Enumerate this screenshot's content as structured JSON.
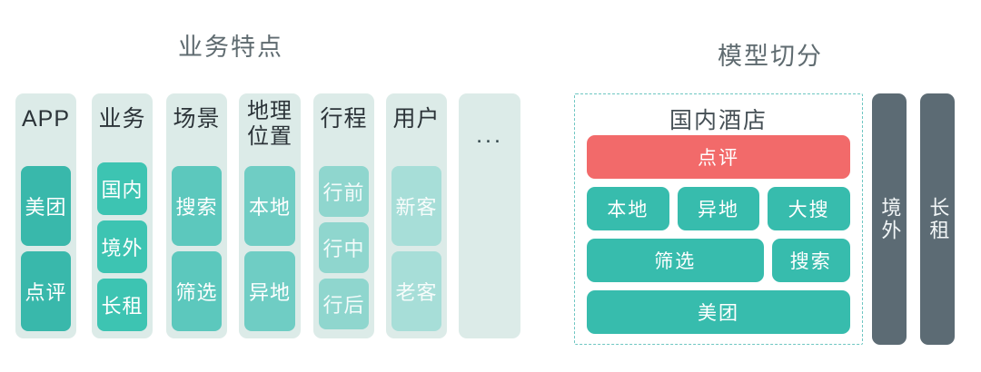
{
  "left_panel": {
    "title": "业务特点",
    "columns": [
      {
        "header": "APP",
        "chips": [
          "美团",
          "点评"
        ]
      },
      {
        "header": "业务",
        "chips": [
          "国内",
          "境外",
          "长租"
        ]
      },
      {
        "header": "场景",
        "chips": [
          "搜索",
          "筛选"
        ]
      },
      {
        "header": "地理\n位置",
        "chips": [
          "本地",
          "异地"
        ]
      },
      {
        "header": "行程",
        "chips": [
          "行前",
          "行中",
          "行后"
        ]
      },
      {
        "header": "用户",
        "chips": [
          "新客",
          "老客"
        ]
      },
      {
        "header": "...",
        "chips": []
      }
    ]
  },
  "right_panel": {
    "title": "模型切分",
    "group_label": "国内酒店",
    "rows": [
      [
        {
          "label": "点评",
          "accent": true,
          "width": "w-full"
        }
      ],
      [
        {
          "label": "本地",
          "accent": false,
          "width": "w-1"
        },
        {
          "label": "异地",
          "accent": false,
          "width": "w-1"
        },
        {
          "label": "大搜",
          "accent": false,
          "width": "w-1"
        }
      ],
      [
        {
          "label": "筛选",
          "accent": false,
          "width": "w-2"
        },
        {
          "label": "搜索",
          "accent": false,
          "width": "w-1"
        }
      ],
      [
        {
          "label": "美团",
          "accent": false,
          "width": "w-full"
        }
      ]
    ],
    "side_columns": [
      {
        "label": "境外"
      },
      {
        "label": "长租"
      }
    ]
  },
  "colors": {
    "background": "#ffffff",
    "column_bg": "#dcebe8",
    "chip_teal_dark": "#39b8ab",
    "chip_teal": "#3dc4b2",
    "chip_teal_mid": "#5cc8bd",
    "chip_teal_light": "#8fd6ce",
    "chip_teal_pale": "#a7ded8",
    "accent_red": "#f26a6a",
    "dashed_border": "#6ec6c2",
    "dark_slate": "#5c6b74",
    "title_text": "#5f6b70"
  }
}
